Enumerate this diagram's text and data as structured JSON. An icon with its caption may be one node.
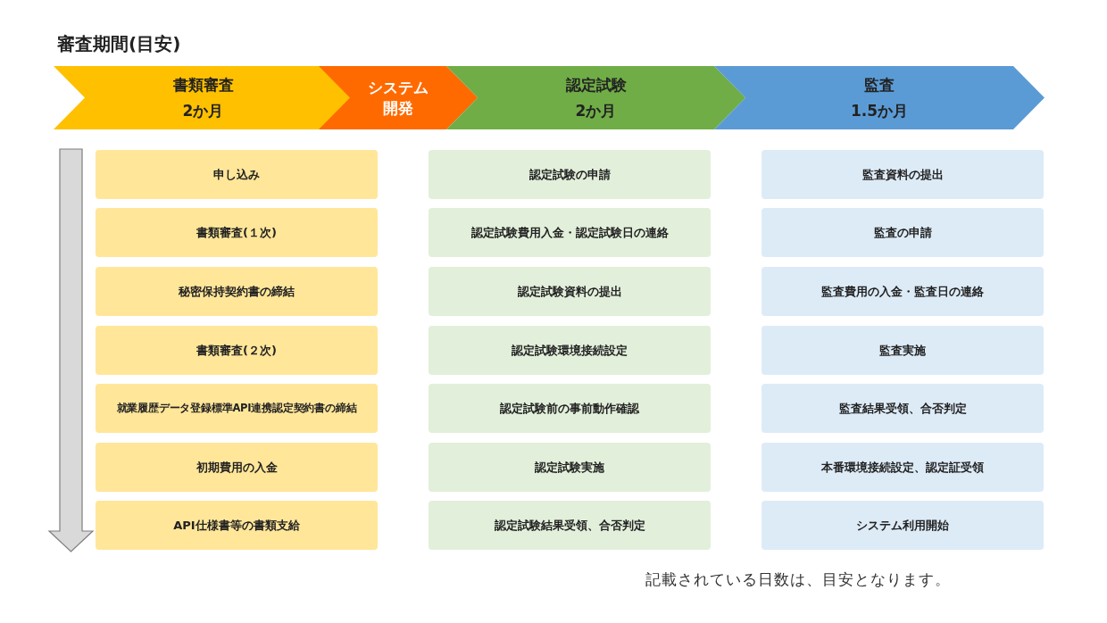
{
  "diagram": {
    "title": "審査期間(目安)",
    "caption": "記載されている日数は、目安となります。",
    "nodes": [
      {
        "text": [
          "書類審査",
          "2か月"
        ]
      },
      {
        "text": [
          "システム開発"
        ]
      },
      {
        "text": [
          "認定試験",
          "2か月"
        ]
      },
      {
        "text": [
          "監査",
          "1.5か月"
        ]
      },
      {
        "text": [
          "申し込み"
        ]
      },
      {
        "text": [
          "書類審査(１次)"
        ]
      },
      {
        "text": [
          "秘密保持契約書の締結"
        ]
      },
      {
        "text": [
          "書類審査(２次)"
        ]
      },
      {
        "text": [
          "就業履歴データ登録標準API連携認定契約書の締結"
        ]
      },
      {
        "text": [
          "初期費用の入金"
        ]
      },
      {
        "text": [
          "API仕様書等の書類支給"
        ]
      },
      {
        "text": [
          "認定試験の申請"
        ]
      },
      {
        "text": [
          "認定試験費用入金・認定試験日の連絡"
        ]
      },
      {
        "text": [
          "認定試験資料の提出"
        ]
      },
      {
        "text": [
          "認定試験環境接続設定"
        ]
      },
      {
        "text": [
          "認定試験前の事前動作確認"
        ]
      },
      {
        "text": [
          "認定試験実施"
        ]
      },
      {
        "text": [
          "認定試験結果受領、合否判定"
        ]
      },
      {
        "text": [
          "監査資料の提出"
        ]
      },
      {
        "text": [
          "監査の申請"
        ]
      },
      {
        "text": [
          "監査費用の入金・監査日の連絡"
        ]
      },
      {
        "text": [
          "監査実施"
        ]
      },
      {
        "text": [
          "監査結果受領、合否判定"
        ]
      },
      {
        "text": [
          "本番環境接続設定、認定証受領"
        ]
      },
      {
        "text": [
          "システム利用開始"
        ]
      }
    ]
  }
}
